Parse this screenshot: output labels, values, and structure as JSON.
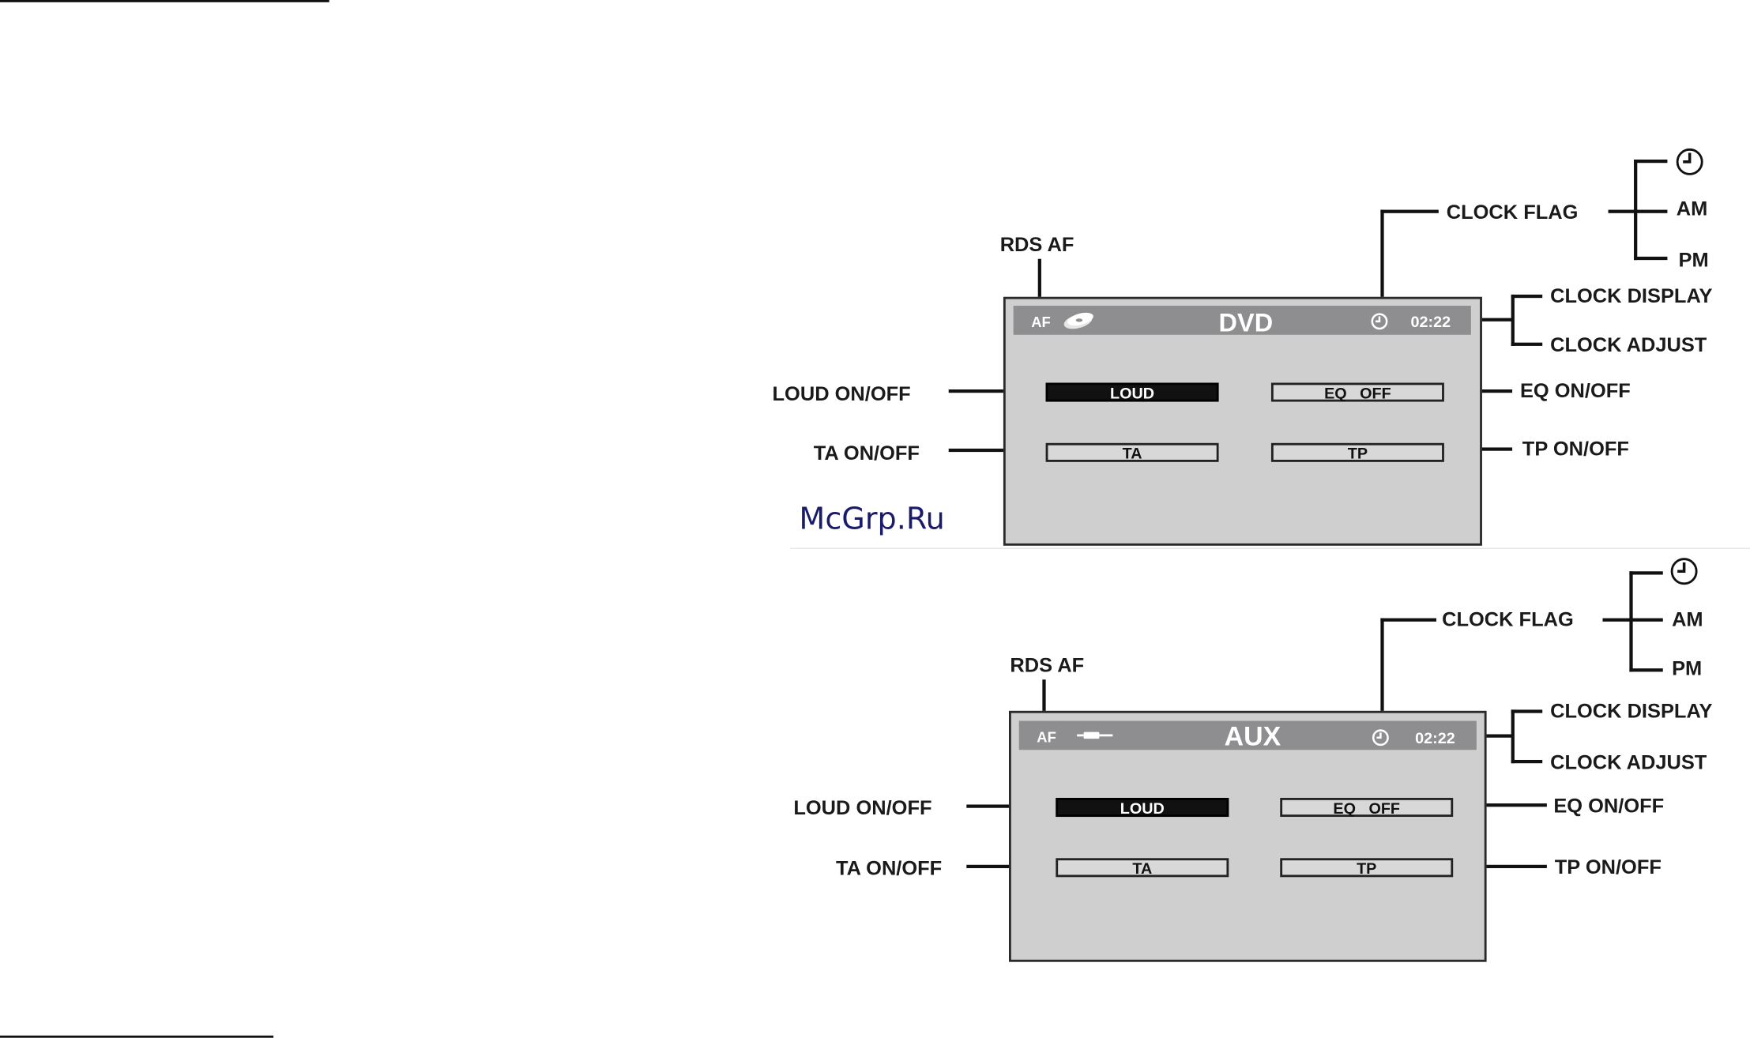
{
  "watermark": "McGrp.Ru",
  "panels": [
    {
      "source": "DVD",
      "af": "AF",
      "time": "02:22",
      "source_icon": "disc-icon",
      "buttons": {
        "loud": "LOUD",
        "eq": "EQ   OFF",
        "ta": "TA",
        "tp": "TP"
      },
      "loud_active": true,
      "labels": {
        "rds_af": "RDS AF",
        "clock_flag": "CLOCK FLAG",
        "flag_icon": "clock-icon",
        "am": "AM",
        "pm": "PM",
        "clock_display": "CLOCK DISPLAY",
        "clock_adjust": "CLOCK ADJUST",
        "loud_onoff": "LOUD ON/OFF",
        "ta_onoff": "TA ON/OFF",
        "eq_onoff": "EQ ON/OFF",
        "tp_onoff": "TP ON/OFF"
      }
    },
    {
      "source": "AUX",
      "af": "AF",
      "time": "02:22",
      "source_icon": "aux-plug-icon",
      "buttons": {
        "loud": "LOUD",
        "eq": "EQ   OFF",
        "ta": "TA",
        "tp": "TP"
      },
      "loud_active": true,
      "labels": {
        "rds_af": "RDS AF",
        "clock_flag": "CLOCK FLAG",
        "flag_icon": "clock-icon",
        "am": "AM",
        "pm": "PM",
        "clock_display": "CLOCK DISPLAY",
        "clock_adjust": "CLOCK ADJUST",
        "loud_onoff": "LOUD ON/OFF",
        "ta_onoff": "TA ON/OFF",
        "eq_onoff": "EQ ON/OFF",
        "tp_onoff": "TP ON/OFF"
      }
    }
  ]
}
